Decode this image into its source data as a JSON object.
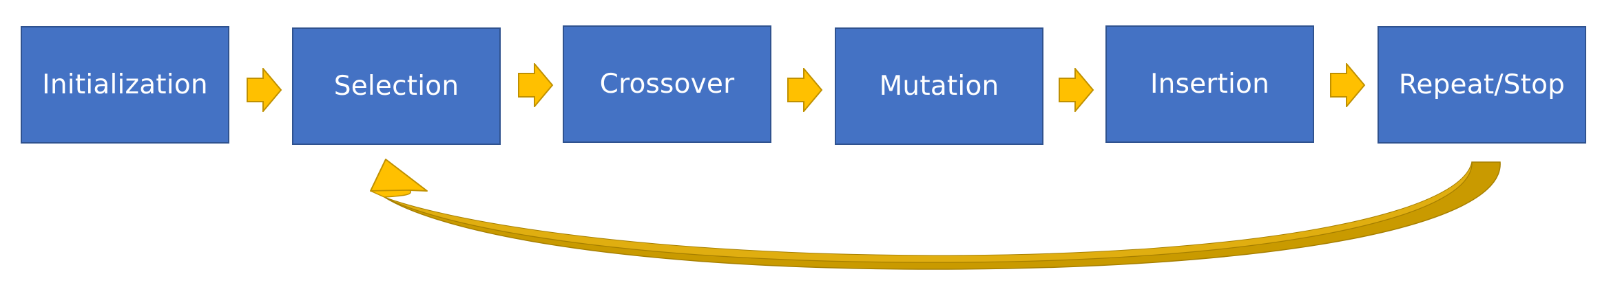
{
  "diagram": {
    "steps": [
      {
        "label": "Initialization"
      },
      {
        "label": "Selection"
      },
      {
        "label": "Crossover"
      },
      {
        "label": "Mutation"
      },
      {
        "label": "Insertion"
      },
      {
        "label": "Repeat/Stop"
      }
    ],
    "colors": {
      "box_fill": "#4472C4",
      "box_border": "#2F528F",
      "arrow_fill": "#FFC000",
      "arrow_border": "#BF9000",
      "loop_fill": "#FFC000",
      "loop_dark": "#C99A00"
    },
    "loop": {
      "from": "Repeat/Stop",
      "to": "Selection"
    }
  }
}
